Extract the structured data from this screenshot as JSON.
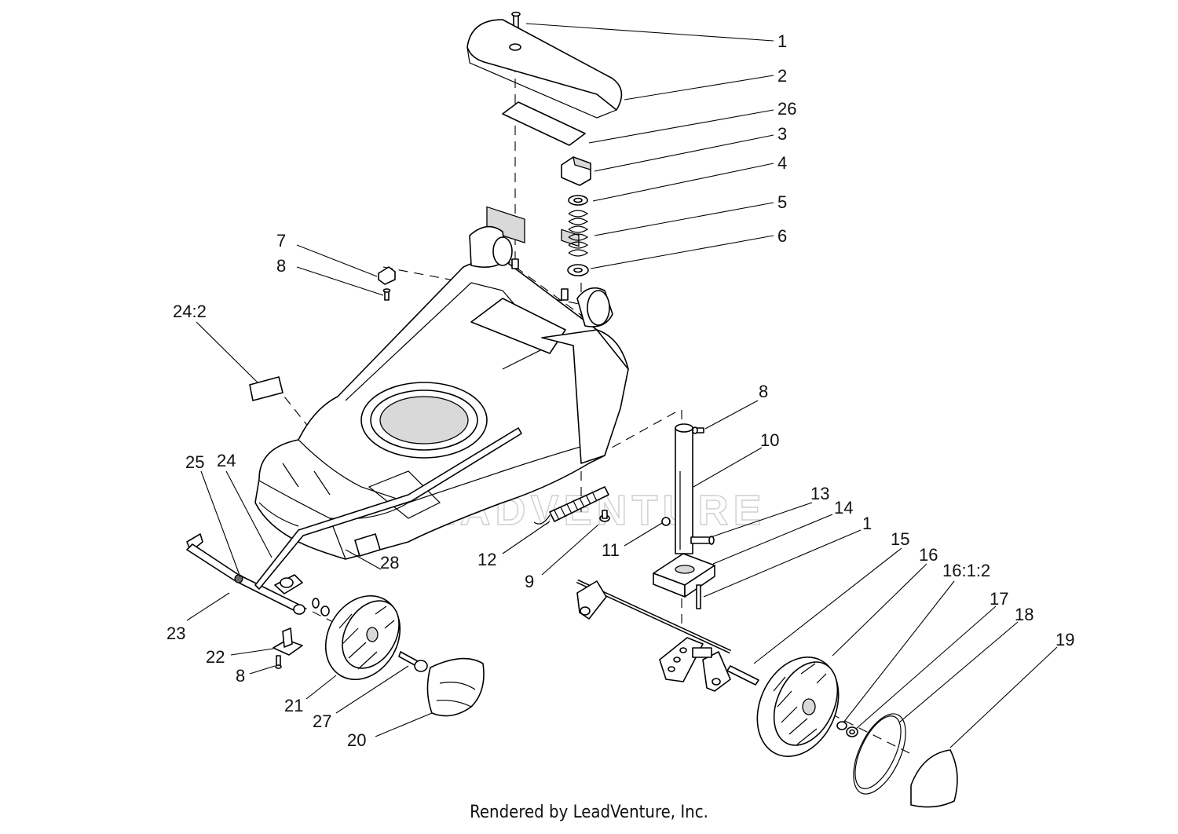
{
  "diagram": {
    "callouts": [
      {
        "id": "c1a",
        "label": "1"
      },
      {
        "id": "c2",
        "label": "2"
      },
      {
        "id": "c26",
        "label": "26"
      },
      {
        "id": "c3",
        "label": "3"
      },
      {
        "id": "c4",
        "label": "4"
      },
      {
        "id": "c5",
        "label": "5"
      },
      {
        "id": "c6",
        "label": "6"
      },
      {
        "id": "c7",
        "label": "7"
      },
      {
        "id": "c8a",
        "label": "8"
      },
      {
        "id": "c242",
        "label": "24:2"
      },
      {
        "id": "c8b",
        "label": "8"
      },
      {
        "id": "c10",
        "label": "10"
      },
      {
        "id": "c13",
        "label": "13"
      },
      {
        "id": "c14",
        "label": "14"
      },
      {
        "id": "c1b",
        "label": "1"
      },
      {
        "id": "c25",
        "label": "25"
      },
      {
        "id": "c24",
        "label": "24"
      },
      {
        "id": "c28",
        "label": "28"
      },
      {
        "id": "c12",
        "label": "12"
      },
      {
        "id": "c9",
        "label": "9"
      },
      {
        "id": "c11",
        "label": "11"
      },
      {
        "id": "c15",
        "label": "15"
      },
      {
        "id": "c16",
        "label": "16"
      },
      {
        "id": "c1612",
        "label": "16:1:2"
      },
      {
        "id": "c17",
        "label": "17"
      },
      {
        "id": "c18",
        "label": "18"
      },
      {
        "id": "c19",
        "label": "19"
      },
      {
        "id": "c23",
        "label": "23"
      },
      {
        "id": "c22",
        "label": "22"
      },
      {
        "id": "c8c",
        "label": "8"
      },
      {
        "id": "c21",
        "label": "21"
      },
      {
        "id": "c27",
        "label": "27"
      },
      {
        "id": "c20",
        "label": "20"
      }
    ],
    "watermark": "LEADVENTURE"
  },
  "footer": {
    "credit": "Rendered by LeadVenture, Inc."
  }
}
